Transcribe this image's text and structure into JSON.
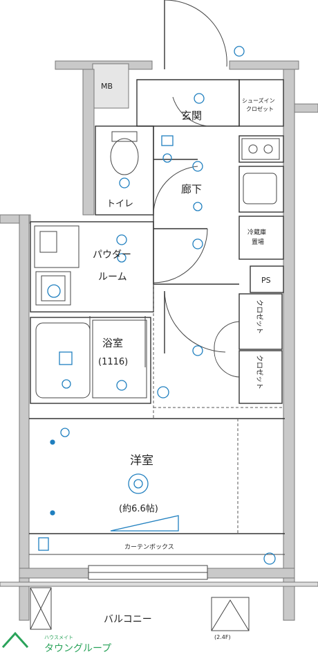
{
  "labels": {
    "mb": "MB",
    "entrance": "玄関",
    "toilet": "トイレ",
    "hallway": "廊下",
    "powder_room_1": "パウダー",
    "powder_room_2": "ルーム",
    "bathroom": "浴室",
    "bathroom_size": "(1116)",
    "closet_1": "クロゼット",
    "closet_2": "クロゼット",
    "ps": "PS",
    "western_room": "洋室",
    "western_room_size": "(約6.6帖)",
    "curtain_box": "カーテンボックス",
    "balcony": "バルコニー",
    "fridge_1": "冷蔵庫",
    "fridge_2": "置場",
    "shoe_closet_1": "シューズイン",
    "shoe_closet_2": "クロゼット",
    "outdoor_unit": "(2.4F)",
    "logo_text": "タウングループ",
    "logo_sub": "ハウスメイト"
  },
  "colors": {
    "wall": "#c9c9c9",
    "electrical": "#1f7fbf",
    "logo": "#2aa35a"
  }
}
